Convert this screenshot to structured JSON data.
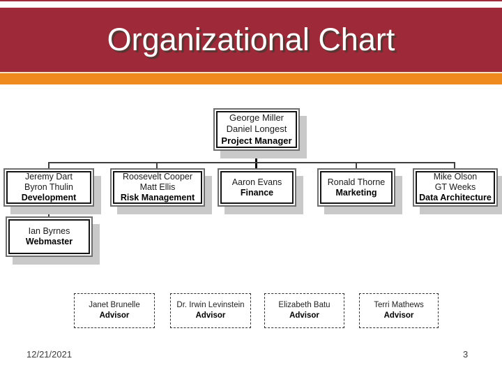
{
  "slide": {
    "title": "Organizational Chart",
    "date": "12/21/2021",
    "page_number": "3"
  },
  "theme": {
    "banner_color": "#9e2a39",
    "stripe_color": "#ee8a1e",
    "box_shadow_color": "#c9c9c9"
  },
  "org_chart": {
    "manager": {
      "names": [
        "George Miller",
        "Daniel Longest"
      ],
      "role": "Project Manager"
    },
    "departments": [
      {
        "names": [
          "Jeremy Dart",
          "Byron Thulin"
        ],
        "role": "Development"
      },
      {
        "names": [
          "Roosevelt Cooper",
          "Matt Ellis"
        ],
        "role": "Risk Management"
      },
      {
        "names": [
          "Aaron Evans"
        ],
        "role": "Finance"
      },
      {
        "names": [
          "Ronald Thorne"
        ],
        "role": "Marketing"
      },
      {
        "names": [
          "Mike Olson",
          "GT Weeks"
        ],
        "role": "Data Architecture"
      }
    ],
    "webmaster": {
      "names": [
        "Ian Byrnes"
      ],
      "role": "Webmaster"
    },
    "advisors": [
      {
        "name": "Janet Brunelle",
        "role": "Advisor"
      },
      {
        "name": "Dr. Irwin Levinstein",
        "role": "Advisor"
      },
      {
        "name": "Elizabeth Batu",
        "role": "Advisor"
      },
      {
        "name": "Terri Mathews",
        "role": "Advisor"
      }
    ]
  }
}
